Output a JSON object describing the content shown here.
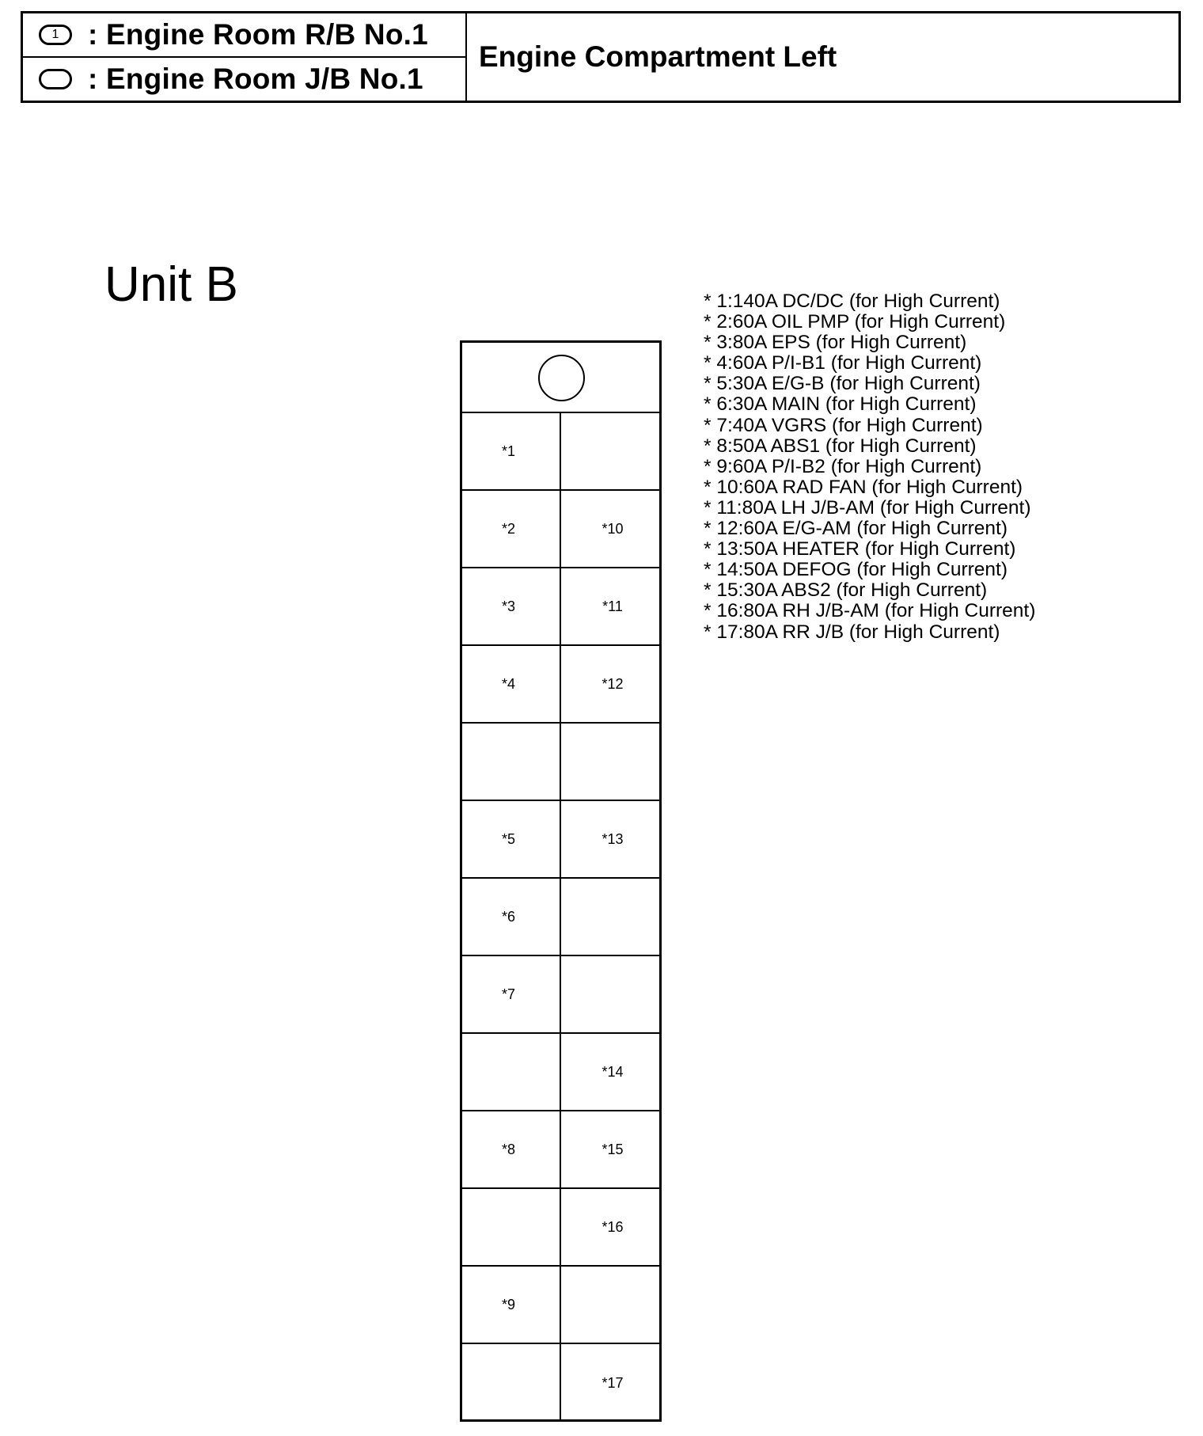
{
  "header": {
    "rows": [
      {
        "symbol": "1",
        "text": ": Engine Room R/B No.1"
      },
      {
        "symbol": "",
        "text": ": Engine Room J/B No.1"
      }
    ],
    "location": "Engine Compartment Left"
  },
  "unit_title": "Unit B",
  "fuse_box": {
    "rows": [
      {
        "left": "*1",
        "right": ""
      },
      {
        "left": "*2",
        "right": "*10"
      },
      {
        "left": "*3",
        "right": "*11"
      },
      {
        "left": "*4",
        "right": "*12"
      },
      {
        "left": "",
        "right": ""
      },
      {
        "left": "*5",
        "right": "*13"
      },
      {
        "left": "*6",
        "right": ""
      },
      {
        "left": "*7",
        "right": ""
      },
      {
        "left": "",
        "right": "*14"
      },
      {
        "left": "*8",
        "right": "*15"
      },
      {
        "left": "",
        "right": "*16"
      },
      {
        "left": "*9",
        "right": ""
      },
      {
        "left": "",
        "right": "*17"
      }
    ]
  },
  "legend": [
    "* 1:140A DC/DC (for High Current)",
    "* 2:60A OIL PMP (for High Current)",
    "* 3:80A EPS (for High Current)",
    "* 4:60A P/I-B1 (for High Current)",
    "* 5:30A E/G-B (for High Current)",
    "* 6:30A MAIN (for High Current)",
    "* 7:40A VGRS (for High Current)",
    "* 8:50A ABS1 (for High Current)",
    "* 9:60A P/I-B2 (for High Current)",
    "* 10:60A RAD FAN (for High Current)",
    "* 11:80A LH J/B-AM (for High Current)",
    "* 12:60A E/G-AM (for High Current)",
    "* 13:50A HEATER (for High Current)",
    "* 14:50A DEFOG (for High Current)",
    "* 15:30A ABS2 (for High Current)",
    "* 16:80A RH J/B-AM (for High Current)",
    "* 17:80A RR J/B (for High Current)"
  ]
}
